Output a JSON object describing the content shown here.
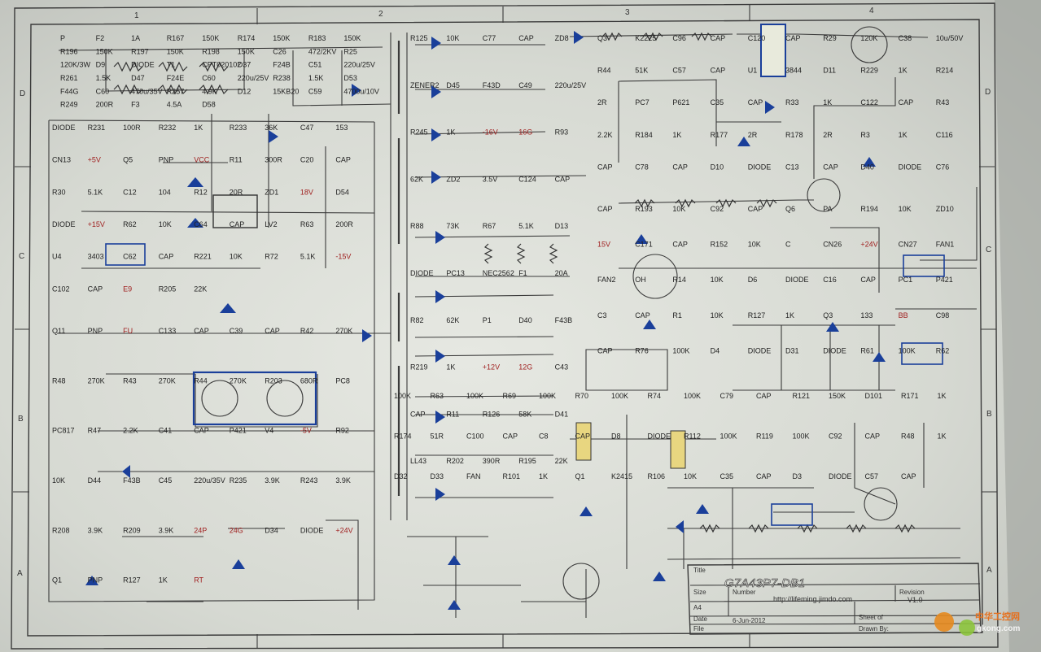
{
  "title_block": {
    "title_label": "Title",
    "title": "G7A43P7-DB1",
    "size_label": "Size",
    "size": "A4",
    "number_label": "Number",
    "url": "http://lifeming.jimdo.com",
    "revision_label": "Revision",
    "revision": "V1.0",
    "date_label": "Date",
    "date": "6-Jun-2012",
    "sheet_label": "Sheet of",
    "file_label": "File",
    "drawn_label": "Drawn By:"
  },
  "watermark": {
    "line1": "中华工控网",
    "line2": "gkong.com"
  },
  "grid": {
    "cols": [
      "1",
      "2",
      "3",
      "4"
    ],
    "rows": [
      "D",
      "C",
      "B",
      "A"
    ]
  },
  "labels": [
    "P",
    "F2",
    "1A",
    "R167",
    "150K",
    "R174",
    "150K",
    "R183",
    "150K",
    "R196",
    "150K",
    "R197",
    "150K",
    "R198",
    "150K",
    "C26",
    "472/2KV",
    "R25",
    "120K/3W",
    "D9",
    "DIODE",
    "T1",
    "CPT020102",
    "D37",
    "F24B",
    "C51",
    "220u/25V",
    "R261",
    "1.5K",
    "D47",
    "F24E",
    "C60",
    "220u/25V",
    "R238",
    "1.5K",
    "D53",
    "F44G",
    "C60",
    "470u/35V",
    "R257",
    "4.9K",
    "D12",
    "15KB20",
    "C59",
    "4700u/10V",
    "R249",
    "200R",
    "F3",
    "4.5A",
    "D58",
    "DIODE",
    "R231",
    "100R",
    "R232",
    "1K",
    "R233",
    "36K",
    "C47",
    "153",
    "CN13",
    "+5V",
    "Q5",
    "PNP",
    "VCC",
    "R11",
    "300R",
    "C20",
    "CAP",
    "R30",
    "5.1K",
    "C12",
    "104",
    "R12",
    "20R",
    "ZD1",
    "18V",
    "D54",
    "DIODE",
    "+15V",
    "R62",
    "10K",
    "C64",
    "CAP",
    "LV2",
    "R63",
    "200R",
    "U4",
    "3403",
    "C62",
    "CAP",
    "R221",
    "10K",
    "R72",
    "5.1K",
    "-15V",
    "C102",
    "CAP",
    "E9",
    "R205",
    "22K",
    "Q11",
    "PNP",
    "FU",
    "C133",
    "CAP",
    "C39",
    "CAP",
    "R42",
    "270K",
    "R48",
    "270K",
    "R43",
    "270K",
    "R44",
    "270K",
    "R203",
    "680R",
    "PC8",
    "PC817",
    "R47",
    "2.2K",
    "C41",
    "CAP",
    "P421",
    "V4",
    "-5V",
    "R92",
    "10K",
    "D44",
    "F43B",
    "C45",
    "220u/35V",
    "R235",
    "3.9K",
    "R243",
    "3.9K",
    "R208",
    "3.9K",
    "R209",
    "3.9K",
    "24P",
    "24G",
    "D34",
    "DIODE",
    "+24V",
    "Q1",
    "PNP",
    "R127",
    "1K",
    "RT",
    "R125",
    "10K",
    "C77",
    "CAP",
    "ZD8",
    "ZENER2",
    "D45",
    "F43D",
    "C49",
    "220u/25V",
    "R245",
    "1K",
    "-16V",
    "16G",
    "R93",
    "62K",
    "ZD2",
    "3.5V",
    "C124",
    "CAP",
    "R88",
    "73K",
    "R67",
    "5.1K",
    "D13",
    "DIODE",
    "PC13",
    "NEC2562",
    "F1",
    "20A",
    "R82",
    "62K",
    "P1",
    "D40",
    "F43B",
    "R219",
    "1K",
    "+12V",
    "12G",
    "C43",
    "CAP",
    "R11",
    "R126",
    "58K",
    "D41",
    "LL43",
    "R202",
    "390R",
    "R195",
    "22K",
    "Q3",
    "K2225",
    "C96",
    "CAP",
    "C120",
    "CAP",
    "R29",
    "120K",
    "C38",
    "10u/50V",
    "R44",
    "51K",
    "C57",
    "CAP",
    "U1",
    "3844",
    "D11",
    "R229",
    "1K",
    "R214",
    "2R",
    "PC7",
    "P621",
    "C35",
    "CAP",
    "R33",
    "1K",
    "C122",
    "CAP",
    "R43",
    "2.2K",
    "R184",
    "1K",
    "R177",
    "2R",
    "R178",
    "2R",
    "R3",
    "1K",
    "C116",
    "CAP",
    "C78",
    "CAP",
    "D10",
    "DIODE",
    "C13",
    "CAP",
    "D40",
    "DIODE",
    "C76",
    "CAP",
    "R193",
    "10K",
    "C92",
    "CAP",
    "Q6",
    "PA",
    "R194",
    "10K",
    "ZD10",
    "15V",
    "C171",
    "CAP",
    "R152",
    "10K",
    "C",
    "CN26",
    "+24V",
    "CN27",
    "FAN1",
    "FAN2",
    "OH",
    "R14",
    "10K",
    "D6",
    "DIODE",
    "C16",
    "CAP",
    "PC1",
    "P421",
    "C3",
    "CAP",
    "R1",
    "10K",
    "R127",
    "1K",
    "Q3",
    "133",
    "BB",
    "C98",
    "CAP",
    "R76",
    "100K",
    "D4",
    "DIODE",
    "D31",
    "DIODE",
    "R61",
    "100K",
    "R62",
    "100K",
    "R63",
    "100K",
    "R69",
    "100K",
    "R70",
    "100K",
    "R74",
    "100K",
    "C79",
    "CAP",
    "R121",
    "150K",
    "D101",
    "R171",
    "1K",
    "R174",
    "51R",
    "C100",
    "CAP",
    "C8",
    "CAP",
    "D8",
    "DIODE",
    "R112",
    "100K",
    "R119",
    "100K",
    "C92",
    "CAP",
    "R48",
    "1K",
    "D32",
    "D33",
    "FAN",
    "R101",
    "1K",
    "Q1",
    "K2415",
    "R106",
    "10K",
    "C35",
    "CAP",
    "D3",
    "DIODE",
    "C57",
    "CAP"
  ]
}
